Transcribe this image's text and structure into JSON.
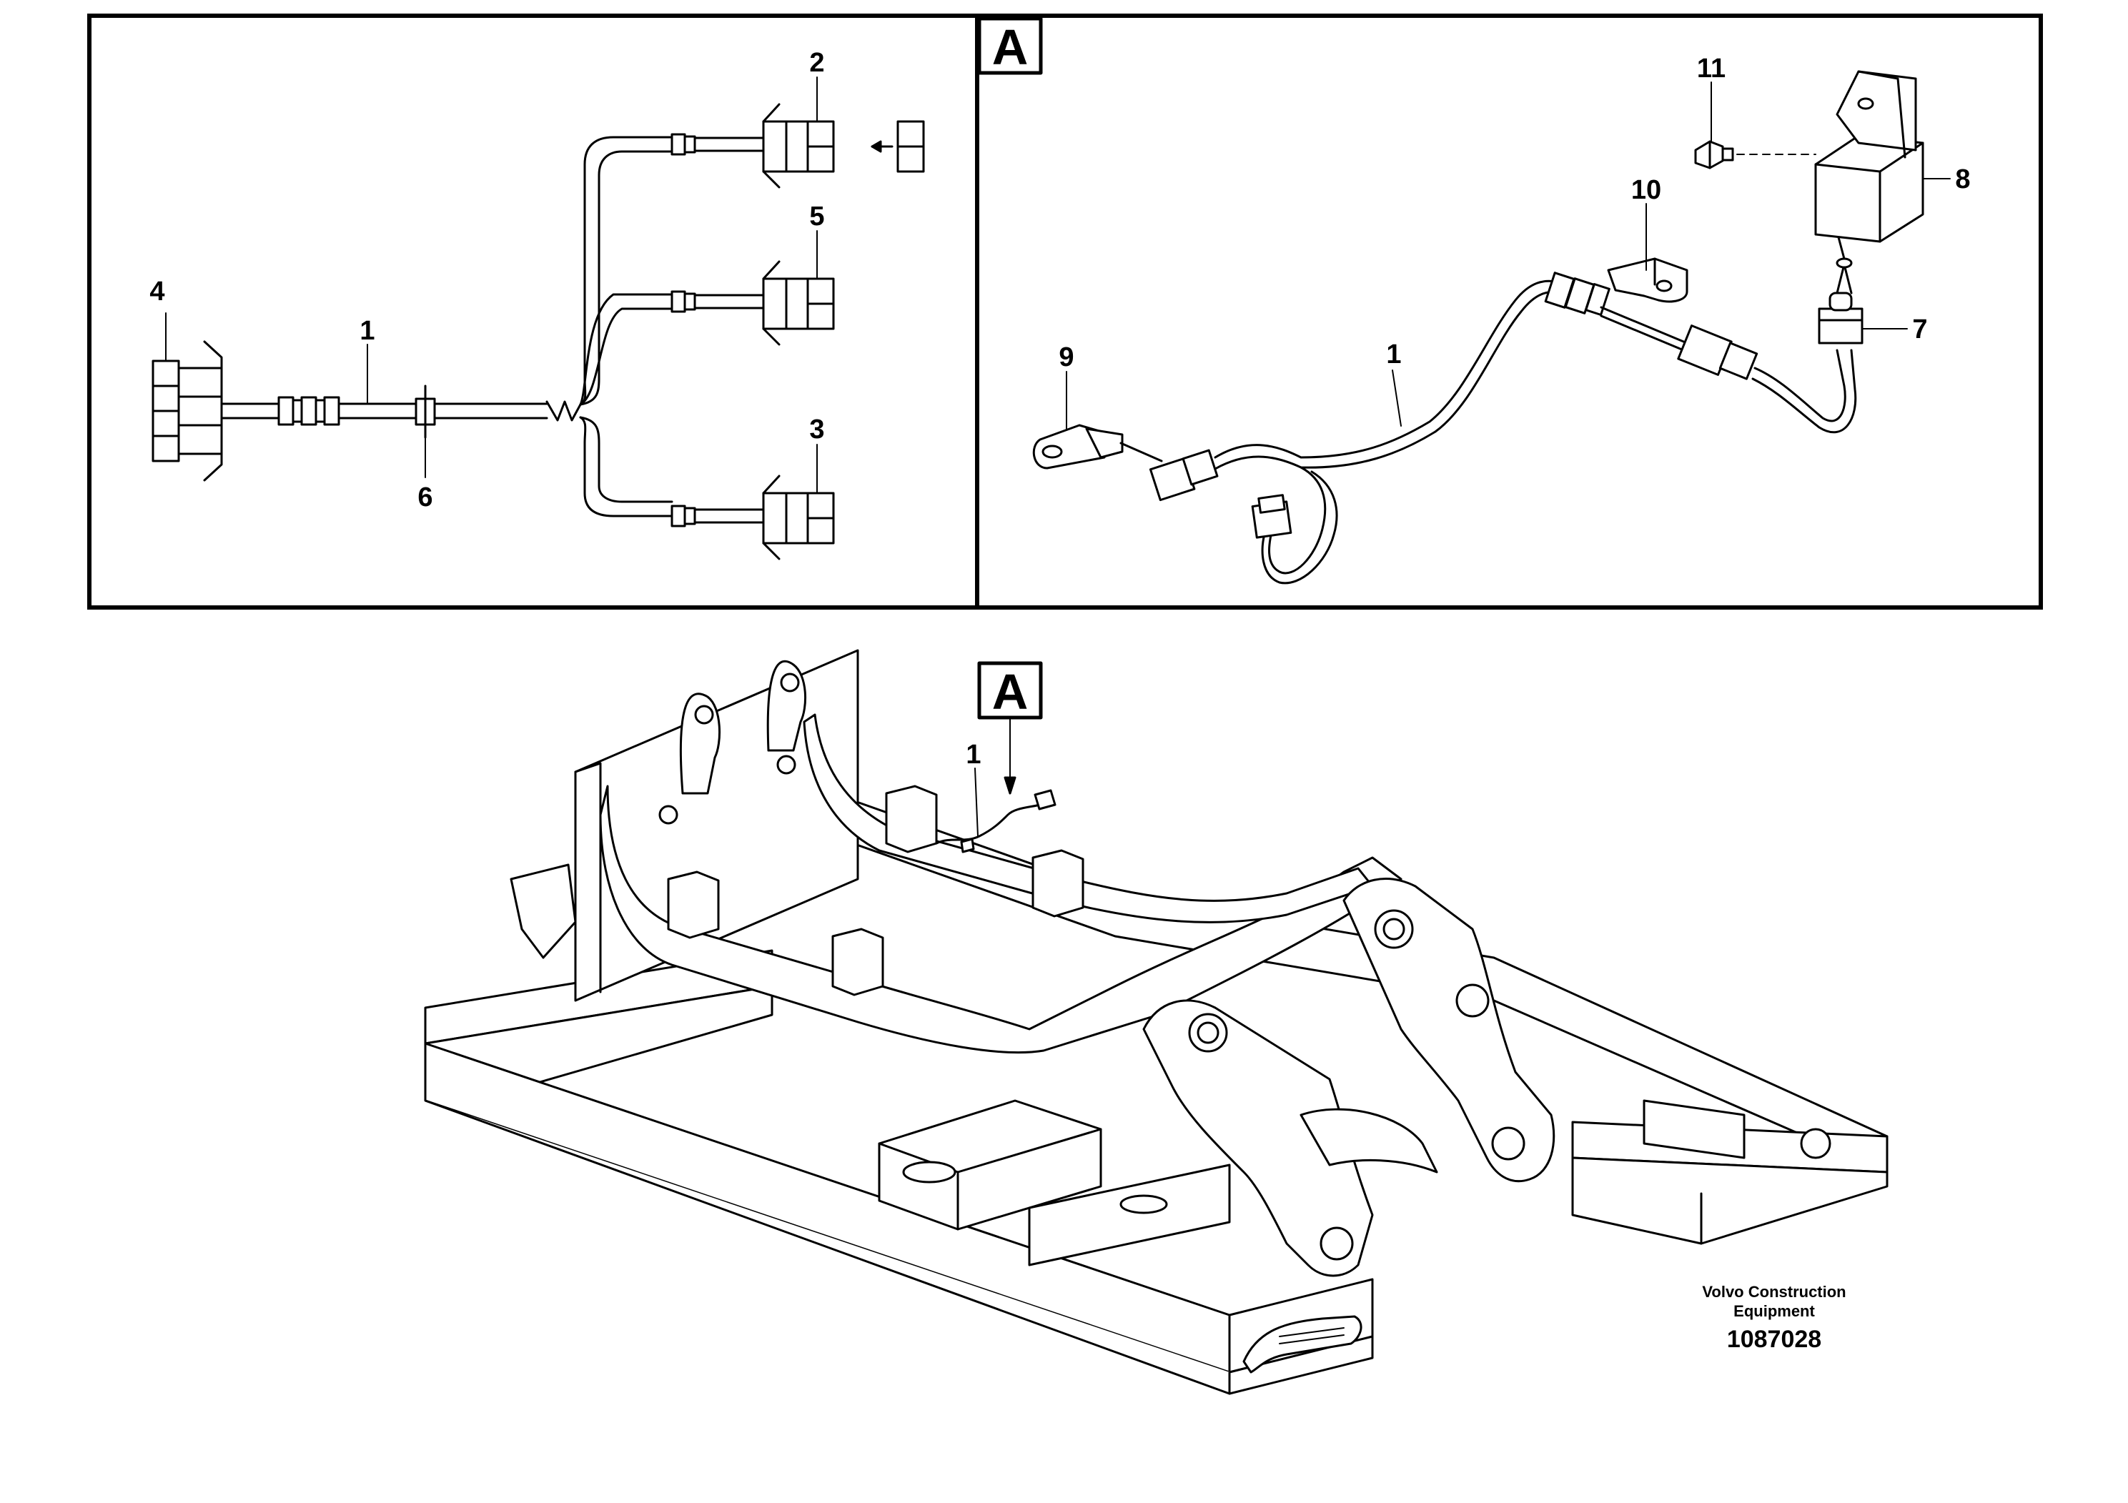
{
  "detail_view_label": "A",
  "overview_label": "A",
  "callouts_left": {
    "c1": "1",
    "c2": "2",
    "c3": "3",
    "c4": "4",
    "c5": "5",
    "c6": "6"
  },
  "callouts_detail": {
    "c1": "1",
    "c7": "7",
    "c8": "8",
    "c9": "9",
    "c10": "10",
    "c11": "11"
  },
  "callouts_overview": {
    "c1": "1"
  },
  "footer": {
    "company_line1": "Volvo Construction",
    "company_line2": "Equipment",
    "drawing_number": "1087028"
  }
}
